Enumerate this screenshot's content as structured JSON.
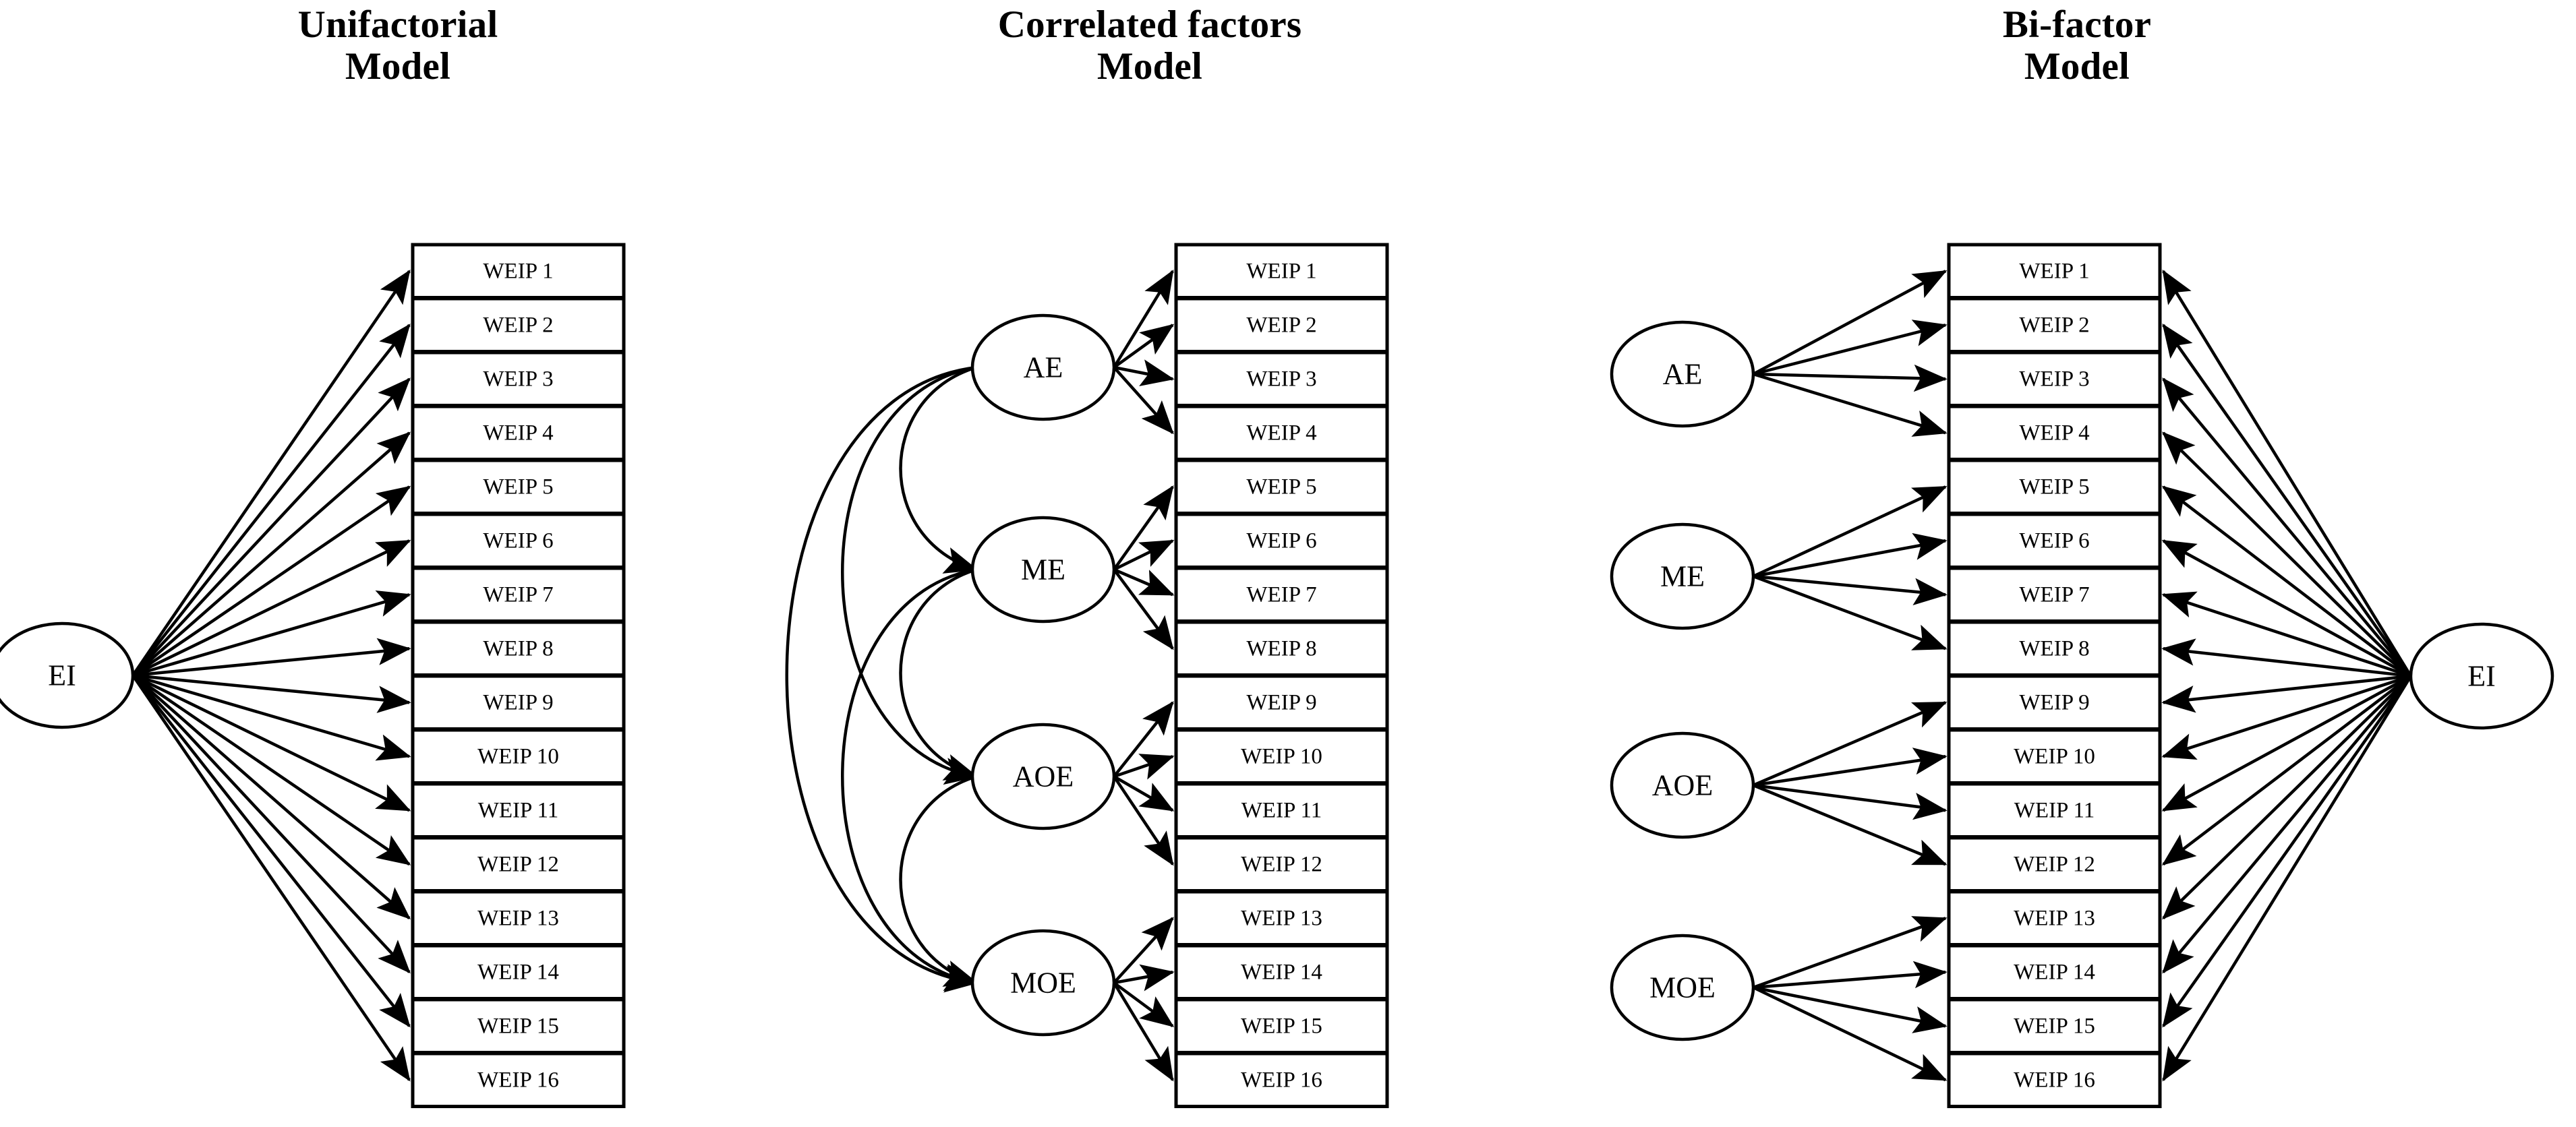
{
  "figure": {
    "description": "Three confirmatory factor analysis path diagrams of the WEIP scale",
    "indicator_prefix": "WEIP"
  },
  "indicators": [
    "WEIP 1",
    "WEIP 2",
    "WEIP 3",
    "WEIP 4",
    "WEIP 5",
    "WEIP 6",
    "WEIP 7",
    "WEIP 8",
    "WEIP 9",
    "WEIP 10",
    "WEIP 11",
    "WEIP 12",
    "WEIP 13",
    "WEIP 14",
    "WEIP 15",
    "WEIP 16"
  ],
  "panels": [
    {
      "id": "unifactorial",
      "title_line1": "Unifactorial",
      "title_line2": "Model",
      "latent_factors": [
        {
          "id": "EI",
          "label": "EI",
          "loads_on": [
            1,
            2,
            3,
            4,
            5,
            6,
            7,
            8,
            9,
            10,
            11,
            12,
            13,
            14,
            15,
            16
          ]
        }
      ],
      "correlations": []
    },
    {
      "id": "correlated",
      "title_line1": "Correlated factors",
      "title_line2": "Model",
      "latent_factors": [
        {
          "id": "AE",
          "label": "AE",
          "loads_on": [
            1,
            2,
            3,
            4
          ]
        },
        {
          "id": "ME",
          "label": "ME",
          "loads_on": [
            5,
            6,
            7,
            8
          ]
        },
        {
          "id": "AOE",
          "label": "AOE",
          "loads_on": [
            9,
            10,
            11,
            12
          ]
        },
        {
          "id": "MOE",
          "label": "MOE",
          "loads_on": [
            13,
            14,
            15,
            16
          ]
        }
      ],
      "correlations": [
        [
          "AE",
          "ME"
        ],
        [
          "AE",
          "AOE"
        ],
        [
          "AE",
          "MOE"
        ],
        [
          "ME",
          "AOE"
        ],
        [
          "ME",
          "MOE"
        ],
        [
          "AOE",
          "MOE"
        ]
      ]
    },
    {
      "id": "bifactor",
      "title_line1": "Bi-factor",
      "title_line2": "Model",
      "latent_factors": [
        {
          "id": "AE",
          "label": "AE",
          "loads_on": [
            1,
            2,
            3,
            4
          ]
        },
        {
          "id": "ME",
          "label": "ME",
          "loads_on": [
            5,
            6,
            7,
            8
          ]
        },
        {
          "id": "AOE",
          "label": "AOE",
          "loads_on": [
            9,
            10,
            11,
            12
          ]
        },
        {
          "id": "MOE",
          "label": "MOE",
          "loads_on": [
            13,
            14,
            15,
            16
          ]
        },
        {
          "id": "EI",
          "label": "EI",
          "loads_on": [
            1,
            2,
            3,
            4,
            5,
            6,
            7,
            8,
            9,
            10,
            11,
            12,
            13,
            14,
            15,
            16
          ]
        }
      ],
      "correlations": []
    }
  ],
  "colors": {
    "stroke": "#000000",
    "fill": "#ffffff",
    "background": "#ffffff"
  }
}
